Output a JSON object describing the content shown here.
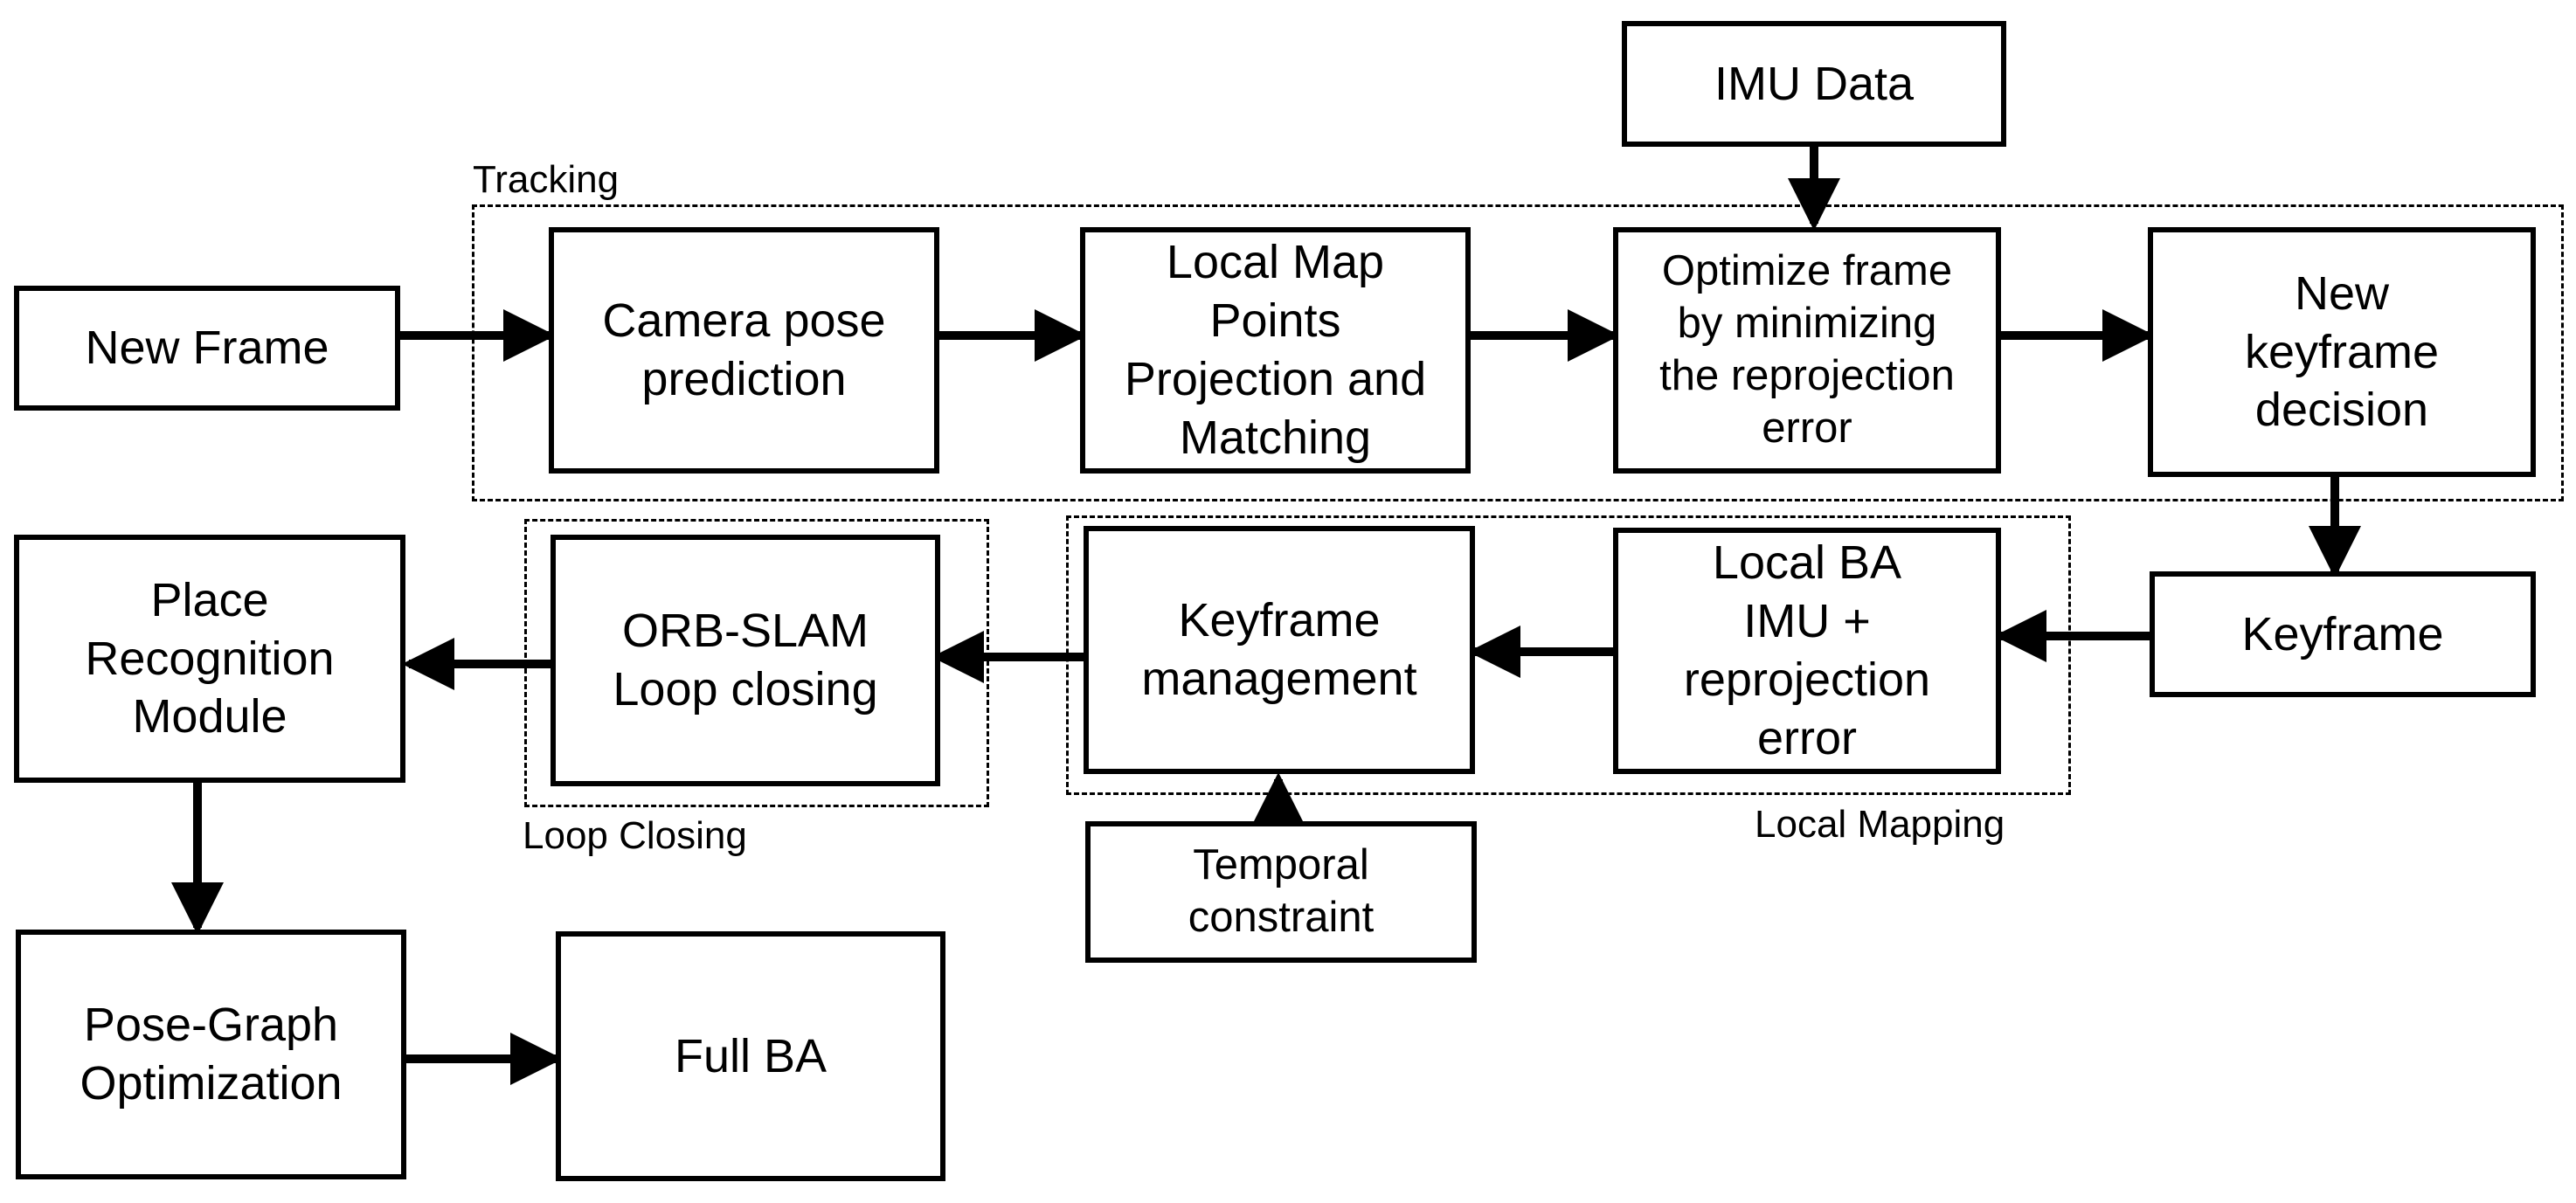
{
  "diagram": {
    "groups": {
      "tracking": "Tracking",
      "loop_closing": "Loop Closing",
      "local_mapping": "Local Mapping"
    },
    "nodes": {
      "new_frame": "New Frame",
      "camera_pose_prediction": "Camera pose\nprediction",
      "local_map_points": "Local Map\nPoints\nProjection and\nMatching",
      "optimize_frame": "Optimize frame\nby minimizing\nthe reprojection\nerror",
      "new_keyframe_decision": "New\nkeyframe\ndecision",
      "imu_data": "IMU Data",
      "keyframe": "Keyframe",
      "local_ba": "Local BA\nIMU +\nreprojection\nerror",
      "keyframe_management": "Keyframe\nmanagement",
      "temporal_constraint": "Temporal\nconstraint",
      "orb_slam_loop_closing": "ORB-SLAM\nLoop closing",
      "place_recognition": "Place\nRecognition\nModule",
      "pose_graph_optimization": "Pose-Graph\nOptimization",
      "full_ba": "Full BA"
    },
    "edges": [
      [
        "new_frame",
        "camera_pose_prediction"
      ],
      [
        "camera_pose_prediction",
        "local_map_points"
      ],
      [
        "local_map_points",
        "optimize_frame"
      ],
      [
        "optimize_frame",
        "new_keyframe_decision"
      ],
      [
        "imu_data",
        "optimize_frame"
      ],
      [
        "new_keyframe_decision",
        "keyframe"
      ],
      [
        "keyframe",
        "local_ba"
      ],
      [
        "local_ba",
        "keyframe_management"
      ],
      [
        "temporal_constraint",
        "keyframe_management"
      ],
      [
        "keyframe_management",
        "orb_slam_loop_closing"
      ],
      [
        "orb_slam_loop_closing",
        "place_recognition"
      ],
      [
        "place_recognition",
        "pose_graph_optimization"
      ],
      [
        "pose_graph_optimization",
        "full_ba"
      ]
    ]
  }
}
